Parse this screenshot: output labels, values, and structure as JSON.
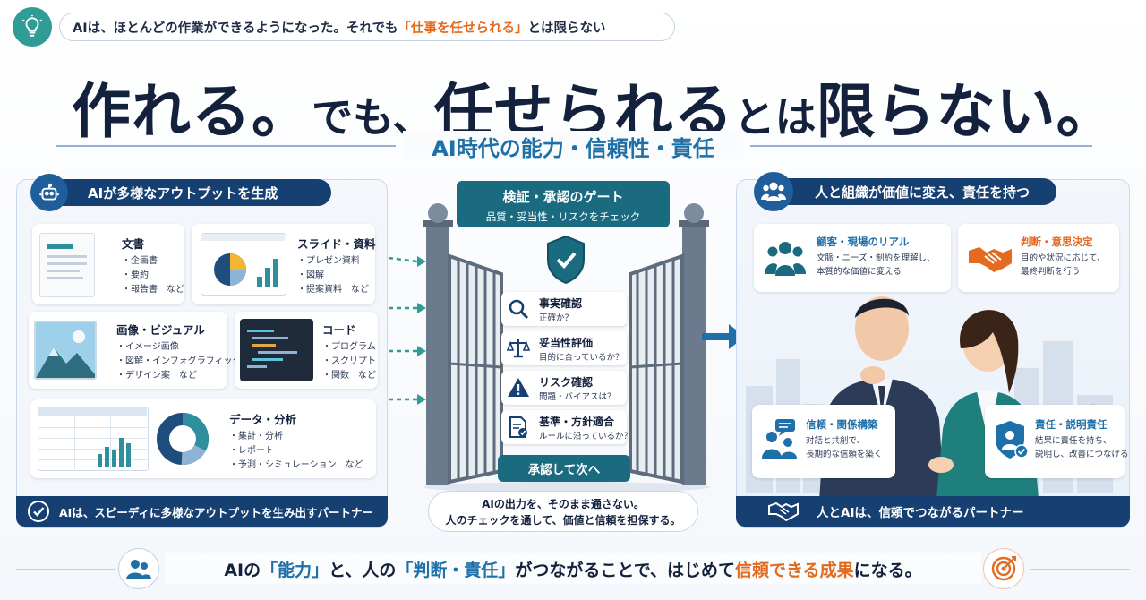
{
  "top_banner": {
    "text_before": "AIは、ほとんどの作業ができるようになった。それでも",
    "highlight": "「仕事を任せられる」",
    "text_after": "とは限らない"
  },
  "headline": {
    "part1": "作れる。",
    "part2": "でも、",
    "part3": "任せられる",
    "part4": "とは",
    "part5": "限らない。"
  },
  "subtitle": "AI時代の能力・信頼性・責任",
  "left_panel": {
    "title": "AIが多様なアウトプットを生成",
    "cards": [
      {
        "title": "文書",
        "items": [
          "・企画書",
          "・要約",
          "・報告書　など"
        ]
      },
      {
        "title": "スライド・資料",
        "items": [
          "・プレゼン資料",
          "・図解",
          "・提案資料　など"
        ]
      },
      {
        "title": "画像・ビジュアル",
        "items": [
          "・イメージ画像",
          "・図解・インフォグラフィック",
          "・デザイン案　など"
        ]
      },
      {
        "title": "コード",
        "items": [
          "・プログラム",
          "・スクリプト",
          "・関数　など"
        ]
      },
      {
        "title": "データ・分析",
        "items": [
          "・集計・分析",
          "・レポート",
          "・予測・シミュレーション　など"
        ]
      }
    ],
    "footer": "AIは、スピーディに多様なアウトプットを生み出すパートナー"
  },
  "gate": {
    "title": "検証・承認のゲート",
    "subtitle": "品質・妥当性・リスクをチェック",
    "checks": [
      {
        "title": "事実確認",
        "desc": "正確か？"
      },
      {
        "title": "妥当性評価",
        "desc": "目的に合っているか？"
      },
      {
        "title": "リスク確認",
        "desc": "問題・バイアスは？"
      },
      {
        "title": "基準・方針適合",
        "desc": "ルールに沿っているか？"
      }
    ],
    "approve_label": "承認して次へ",
    "note_line1": "AIの出力を、そのまま通さない。",
    "note_line2": "人のチェックを通して、価値と信頼を担保する。"
  },
  "right_panel": {
    "title": "人と組織が価値に変え、責任を持つ",
    "cards": [
      {
        "title": "顧客・現場のリアル",
        "desc": [
          "文脈・ニーズ・制約を理解し、",
          "本質的な価値に変える"
        ],
        "color": "#1f6fa8"
      },
      {
        "title": "判断・意思決定",
        "desc": [
          "目的や状況に応じて、",
          "最終判断を行う"
        ],
        "color": "#e36a1e"
      },
      {
        "title": "信頼・関係構築",
        "desc": [
          "対話と共創で、",
          "長期的な信頼を築く"
        ],
        "color": "#1f6fa8"
      },
      {
        "title": "責任・説明責任",
        "desc": [
          "結果に責任を持ち、",
          "説明し、改善につなげる"
        ],
        "color": "#1f6fa8"
      }
    ],
    "footer": "人とAIは、信頼でつながるパートナー"
  },
  "bottom": {
    "p1": "AIの",
    "p2": "「能力」",
    "p3": "と、人の",
    "p4": "「判断・責任」",
    "p5": "がつながることで、はじめて",
    "p6": "信頼できる成果",
    "p7": "になる。"
  },
  "colors": {
    "navy": "#163f72",
    "teal": "#1a6a80",
    "orange": "#e36a1e",
    "blue": "#1f6fa8"
  },
  "icons": [
    "lightbulb-icon",
    "robot-icon",
    "people-group-icon",
    "shield-check-icon",
    "magnifier-icon",
    "scale-icon",
    "warning-icon",
    "document-check-icon",
    "handshake-icon",
    "target-icon",
    "check-circle-icon"
  ]
}
